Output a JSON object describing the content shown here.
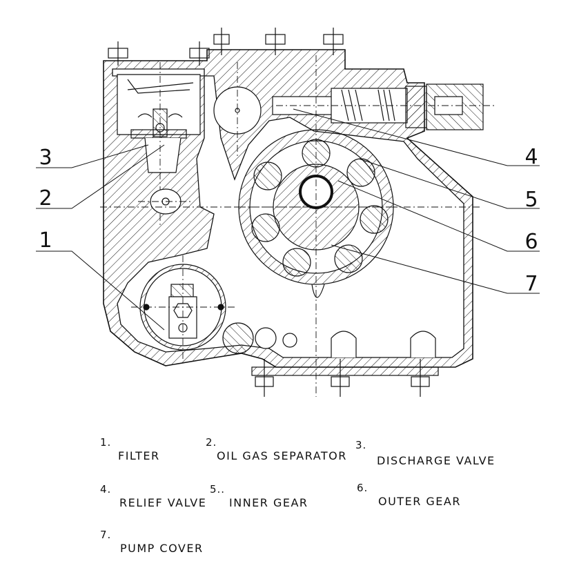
{
  "callouts": [
    {
      "num": "1"
    },
    {
      "num": "2"
    },
    {
      "num": "3"
    },
    {
      "num": "4"
    },
    {
      "num": "5"
    },
    {
      "num": "6"
    },
    {
      "num": "7"
    }
  ],
  "legend": [
    {
      "num": "1.",
      "text": "FILTER"
    },
    {
      "num": "2.",
      "text": "OIL GAS SEPARATOR"
    },
    {
      "num": "3.",
      "text": "DISCHARGE VALVE"
    },
    {
      "num": "4.",
      "text": "RELIEF VALVE"
    },
    {
      "num": "5..",
      "text": "INNER GEAR"
    },
    {
      "num": "6.",
      "text": "OUTER GEAR"
    },
    {
      "num": "7.",
      "text": "PUMP COVER"
    }
  ],
  "colors": {
    "line": "#111111",
    "background": "#ffffff"
  }
}
